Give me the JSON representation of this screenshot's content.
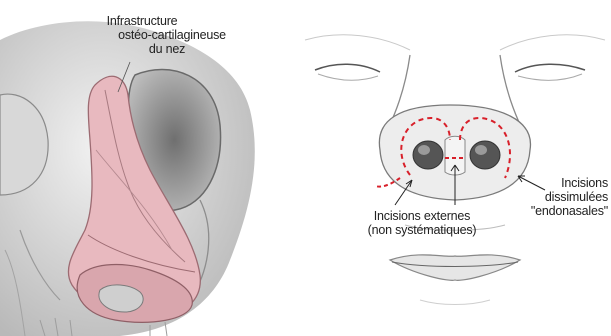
{
  "left_figure": {
    "label_line1": "Infrastructure",
    "label_line2": "ostéo-cartilagineuse",
    "label_line3": "du nez"
  },
  "right_figure": {
    "external_label_line1": "Incisions externes",
    "external_label_line2": "(non systématiques)",
    "internal_label_line1": "Incisions",
    "internal_label_line2": "dissimulées",
    "internal_label_line3": "\"endonasales\""
  },
  "colors": {
    "cartilage_pink": "#e8b9bf",
    "incision_red": "#d8202a",
    "bone_gray": "#cfcfcf"
  }
}
